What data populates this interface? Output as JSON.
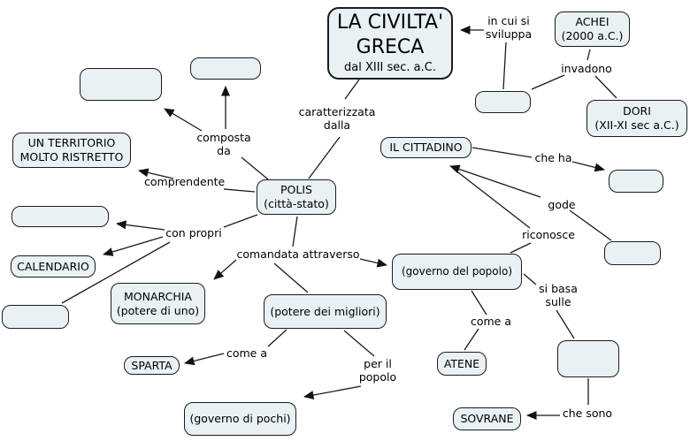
{
  "nodes": {
    "main": {
      "title": "LA CIVILTA'\nGRECA",
      "subtitle": "dal XIII sec. a.C."
    },
    "achei": "ACHEI\n(2000 a.C.)",
    "dori": "DORI\n(XII-XI sec a.C.)",
    "territorio": "UN TERRITORIO\nMOLTO RISTRETTO",
    "polis": "POLIS\n(città-stato)",
    "cittadino": "IL CITTADINO",
    "calendario": "CALENDARIO",
    "monarchia": "MONARCHIA\n(potere di uno)",
    "potere_migliori": "(potere dei migliori)",
    "governo_popolo": "(governo del popolo)",
    "sparta": "SPARTA",
    "governo_pochi": "(governo di pochi)",
    "atene": "ATENE",
    "sovrane": "SOVRANE",
    "empty_label": ""
  },
  "links": {
    "in_cui_si_sviluppa": "in cui si\nsviluppa",
    "invadono": "invadono",
    "caratterizzata_dalla": "caratterizzata\ndalla",
    "composta_da": "composta\nda",
    "comprendente": "comprendente",
    "che_ha": "che ha",
    "gode": "gode",
    "riconosce": "riconosce",
    "con_propri": "con propri",
    "comandata_attraverso": "comandata attraverso",
    "si_basa_sulle": "si basa\nsulle",
    "come_a_sparta": "come a",
    "per_il_popolo": "per il\npopolo",
    "come_a_atene": "come a",
    "che_sono": "che sono"
  },
  "colors": {
    "node_fill": "#e9f1f4",
    "node_border": "#1c1c1c",
    "line": "#1a1a1a",
    "background": "#ffffff"
  }
}
